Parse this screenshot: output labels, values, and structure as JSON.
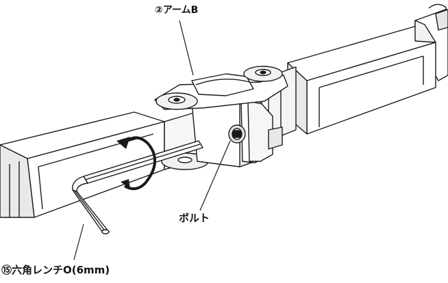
{
  "labels": {
    "arm_b": "②アームB",
    "bolt": "ボルト",
    "hex_wrench": "⑮六角レンチO(6mm)"
  },
  "colors": {
    "line": "#1a1a1a",
    "part_fill": "#ffffff",
    "shadow_fill": "#d0d0d0"
  },
  "icons": {
    "rotation_arrow": "curved-arrow-clockwise"
  }
}
